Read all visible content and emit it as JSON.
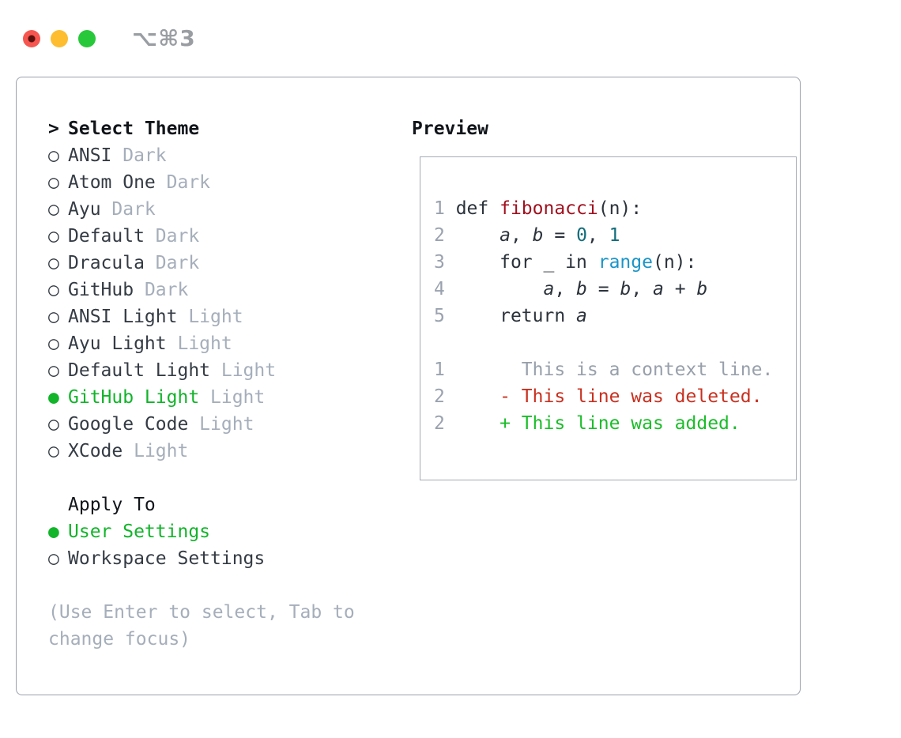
{
  "window": {
    "title": "⌥⌘3"
  },
  "icons": {
    "radio": "○",
    "radio_selected": "●",
    "header_prefix": ">"
  },
  "palette": {
    "plain": "#2b323b",
    "fn": "#a0111f",
    "numc": "#116d7b",
    "blue": "#1a95c8",
    "lineno": "#9aa2af",
    "ctx": "#98a0ab",
    "del": "#c8301f",
    "add": "#1bbd2a",
    "green": "#12b42a",
    "nameText": "#343b44",
    "muted": "#a5aeba",
    "headerText": "#11151a",
    "border": "#98a1ab",
    "titleGray": "#9a9ea3"
  },
  "theme_panel": {
    "header": "Select Theme",
    "items": [
      {
        "label": "ANSI",
        "variant": "Dark",
        "selected": false
      },
      {
        "label": "Atom One",
        "variant": "Dark",
        "selected": false
      },
      {
        "label": "Ayu",
        "variant": "Dark",
        "selected": false
      },
      {
        "label": "Default",
        "variant": "Dark",
        "selected": false
      },
      {
        "label": "Dracula",
        "variant": "Dark",
        "selected": false
      },
      {
        "label": "GitHub",
        "variant": "Dark",
        "selected": false
      },
      {
        "label": "ANSI Light",
        "variant": "Light",
        "selected": false
      },
      {
        "label": "Ayu Light",
        "variant": "Light",
        "selected": false
      },
      {
        "label": "Default Light",
        "variant": "Light",
        "selected": false
      },
      {
        "label": "GitHub Light",
        "variant": "Light",
        "selected": true
      },
      {
        "label": "Google Code",
        "variant": "Light",
        "selected": false
      },
      {
        "label": "XCode",
        "variant": "Light",
        "selected": false
      }
    ],
    "apply_header": "Apply To",
    "apply_items": [
      {
        "label": "User Settings",
        "selected": true
      },
      {
        "label": "Workspace Settings",
        "selected": false
      }
    ],
    "help": "(Use Enter to select, Tab to change focus)"
  },
  "preview": {
    "header": "Preview",
    "lines": [
      {
        "num": "1",
        "tokens": [
          {
            "t": "def ",
            "c": "plain"
          },
          {
            "t": "fibonacci",
            "c": "fn"
          },
          {
            "t": "(n):",
            "c": "plain"
          }
        ]
      },
      {
        "num": "2",
        "tokens": [
          {
            "t": "    ",
            "c": "plain"
          },
          {
            "t": "a",
            "c": "var"
          },
          {
            "t": ", ",
            "c": "plain"
          },
          {
            "t": "b",
            "c": "var"
          },
          {
            "t": " = ",
            "c": "plain"
          },
          {
            "t": "0",
            "c": "num"
          },
          {
            "t": ", ",
            "c": "plain"
          },
          {
            "t": "1",
            "c": "num"
          }
        ]
      },
      {
        "num": "3",
        "tokens": [
          {
            "t": "    for _ in ",
            "c": "plain"
          },
          {
            "t": "range",
            "c": "blue"
          },
          {
            "t": "(n):",
            "c": "plain"
          }
        ]
      },
      {
        "num": "4",
        "tokens": [
          {
            "t": "        ",
            "c": "plain"
          },
          {
            "t": "a",
            "c": "var"
          },
          {
            "t": ", ",
            "c": "plain"
          },
          {
            "t": "b",
            "c": "var"
          },
          {
            "t": " = ",
            "c": "plain"
          },
          {
            "t": "b",
            "c": "var"
          },
          {
            "t": ", ",
            "c": "plain"
          },
          {
            "t": "a",
            "c": "var"
          },
          {
            "t": " + ",
            "c": "plain"
          },
          {
            "t": "b",
            "c": "var"
          }
        ]
      },
      {
        "num": "5",
        "tokens": [
          {
            "t": "    return ",
            "c": "plain"
          },
          {
            "t": "a",
            "c": "var"
          }
        ]
      },
      {
        "num": "",
        "tokens": []
      },
      {
        "num": "1",
        "tokens": [
          {
            "t": "      This is a context line.",
            "c": "ctx"
          }
        ]
      },
      {
        "num": "2",
        "tokens": [
          {
            "t": "    - This line was deleted.",
            "c": "del"
          }
        ]
      },
      {
        "num": "2",
        "tokens": [
          {
            "t": "    + This line was added.",
            "c": "add"
          }
        ]
      }
    ]
  }
}
